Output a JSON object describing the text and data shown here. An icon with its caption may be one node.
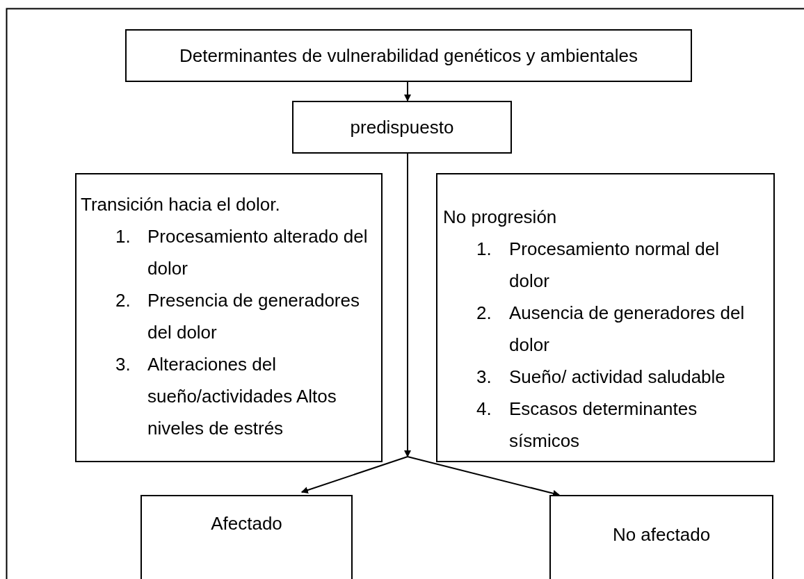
{
  "diagram": {
    "nodes": [
      {
        "text": [
          "Determinantes de vulnerabilidad genéticos y ambientales"
        ]
      },
      {
        "text": [
          "predispuesto"
        ]
      },
      {
        "text": [
          "Transición hacia el dolor.",
          "1. Procesamiento alterado del dolor",
          "2.  Presencia de generadores del dolor",
          "3. Alteraciones del sueño/actividades  Altos niveles de estrés"
        ]
      },
      {
        "text": [
          "No progresión",
          "1. Procesamiento normal del dolor",
          "2.  Ausencia de generadores del dolor",
          "3. Sueño/ actividad saludable",
          "4. Escasos determinantes sísmicos"
        ]
      },
      {
        "text": [
          "Afectado"
        ]
      },
      {
        "text": [
          "No afectado"
        ]
      }
    ],
    "edges": [
      {
        "from": 0,
        "to": 1,
        "arrow": "to"
      },
      {
        "from": 1,
        "to": 4,
        "arrow": "to"
      },
      {
        "from": 1,
        "to": 5,
        "arrow": "to"
      }
    ]
  }
}
